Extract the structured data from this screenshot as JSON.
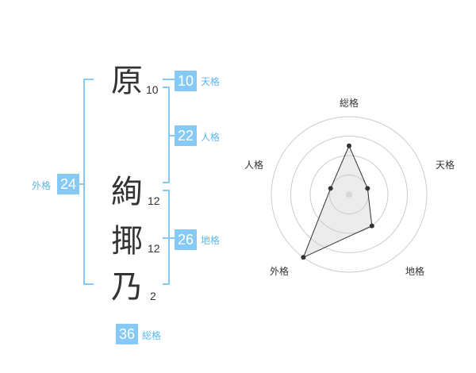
{
  "name": {
    "characters": [
      {
        "char": "原",
        "strokes": "10"
      },
      {
        "char": "絢",
        "strokes": "12"
      },
      {
        "char": "揶",
        "strokes": "12"
      },
      {
        "char": "乃",
        "strokes": "2"
      }
    ]
  },
  "fortune": {
    "tenkaku": {
      "label": "天格",
      "value": "10"
    },
    "jinkaku": {
      "label": "人格",
      "value": "22"
    },
    "chikaku": {
      "label": "地格",
      "value": "26"
    },
    "gaikaku": {
      "label": "外格",
      "value": "24"
    },
    "soukaku": {
      "label": "総格",
      "value": "36"
    }
  },
  "colors": {
    "accent": "#86c9f5",
    "accent_text": "#5bb6ee",
    "ink": "#333333",
    "ring": "#cccccc"
  },
  "chart_data": {
    "type": "radar",
    "axes": [
      "総格",
      "天格",
      "地格",
      "外格",
      "人格"
    ],
    "values": [
      2.5,
      1.0,
      2.0,
      4.0,
      1.0
    ],
    "range": [
      0,
      4
    ],
    "rings": 4
  }
}
